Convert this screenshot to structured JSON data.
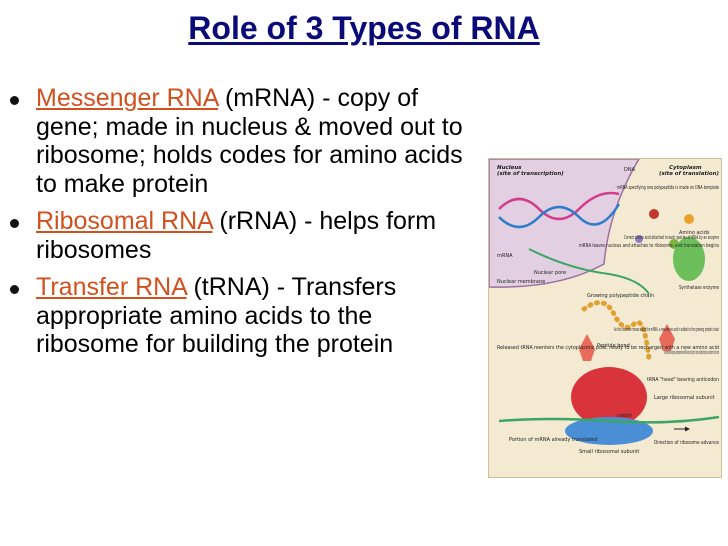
{
  "title": "Role of 3 Types of RNA",
  "bullets": [
    {
      "term": "Messenger RNA",
      "rest": " (mRNA) - copy of gene; made in nucleus & moved out to ribosome; holds codes for amino acids to make protein"
    },
    {
      "term": "Ribosomal RNA",
      "rest": " (rRNA) - helps form ribosomes"
    },
    {
      "term": "Transfer RNA",
      "rest": " (tRNA) - Transfers appropriate amino acids to the ribosome for building the protein"
    }
  ],
  "figure": {
    "nucleus": "Nucleus",
    "nucleus_sub": "(site of transcription)",
    "cytoplasm": "Cytoplasm",
    "cytoplasm_sub": "(site of translation)",
    "dna": "DNA",
    "mrna": "mRNA",
    "nuclear_pore": "Nuclear pore",
    "nuclear_membrane": "Nuclear membrane",
    "amino_acids": "Amino acids",
    "synthetase": "Synthetase enzyme",
    "growing_chain": "Growing polypeptide chain",
    "peptide_bond": "Peptide bond",
    "codon": "codon",
    "anticodon": "tRNA \"head\" bearing anticodon",
    "large_subunit": "Large ribosomal subunit",
    "small_subunit": "Small ribosomal subunit",
    "portion_mrna": "Portion of mRNA already translated",
    "direction": "Direction of ribosome advance",
    "step1": "mRNA specifying one polypeptide is made on DNA template",
    "step2": "Correct amino acid attached to each species of tRNA by an enzyme",
    "step3": "mRNA leaves nucleus and attaches to ribosome, and translation begins",
    "step4": "As the ribosome moves along the mRNA, a new amino acid is added to the growing protein chain",
    "step5": "Released tRNA reenters the cytoplasmic pool, ready to be recharged with a new amino acid",
    "step6": "Incoming tRNA recognizes a complementary mRNA codon calling for its amino acid by binding via its anticodon to the codon"
  }
}
